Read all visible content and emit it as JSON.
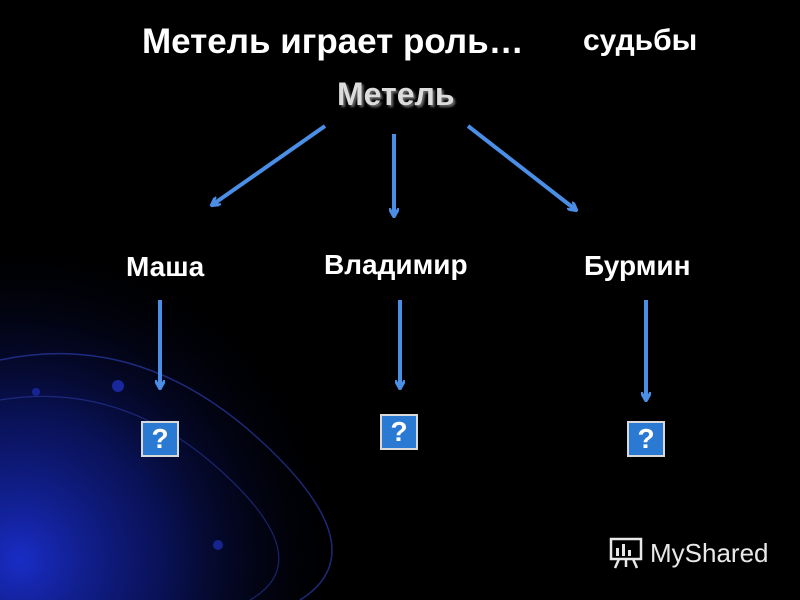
{
  "title": {
    "main": "Метель играет роль…",
    "ending": "судьбы"
  },
  "center": {
    "label": "Метель"
  },
  "branches": [
    {
      "name": "Маша",
      "result": "?"
    },
    {
      "name": "Владимир",
      "result": "?"
    },
    {
      "name": "Бурмин",
      "result": "?"
    }
  ],
  "watermark": {
    "text": "MyShared",
    "icon": "presentation-board-icon"
  },
  "colors": {
    "background": "#000000",
    "arrow": "#4a8ee6",
    "box_fill": "#2a79d3",
    "text": "#ffffff",
    "accent_glow": "#1a2fbf"
  }
}
